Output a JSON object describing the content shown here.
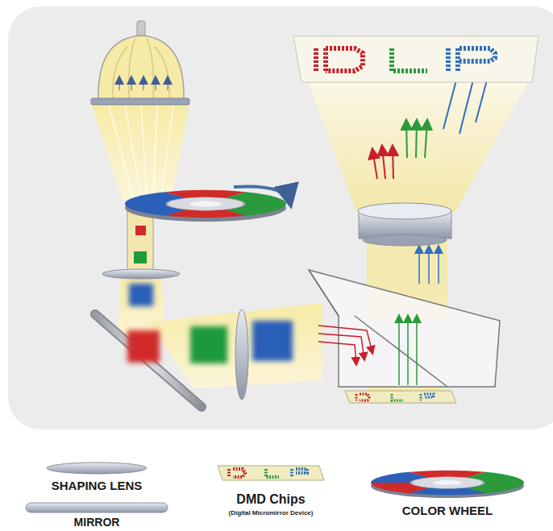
{
  "diagram": {
    "labels": [
      "(Digital Micromirror Device)"
    ],
    "legend": [
      {
        "text": "SHAPING LENS"
      },
      {
        "text": "MIRROR"
      },
      {
        "text": "DMD Chips"
      },
      {
        "text": "COLOR WHEEL"
      }
    ]
  }
}
